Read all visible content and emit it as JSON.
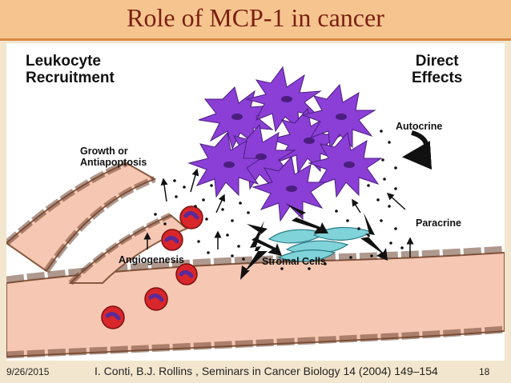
{
  "slide": {
    "title": "Role of MCP-1 in cancer",
    "date": "9/26/2015",
    "citation": "I. Conti, B.J. Rollins , Seminars in Cancer Biology 14 (2004) 149–154",
    "page_number": "18"
  },
  "figure": {
    "labels": {
      "leukocyte_recruitment": "Leukocyte\nRecruitment",
      "direct_effects": "Direct\nEffects",
      "growth": "Growth or\nAntiapoptosis",
      "autocrine": "Autocrine",
      "paracrine": "Paracrine",
      "angiogenesis": "Angiogenesis",
      "stromal": "Stromal Cells"
    },
    "colors": {
      "tumor": "#8b3fd6",
      "vessel": "#f6c7b3",
      "rbc": "#d8262a",
      "nucleus": "#5a2a98",
      "title_bar": "#f6c58f",
      "title_text": "#7a1f12",
      "stromal": "#7fd3d9"
    }
  }
}
